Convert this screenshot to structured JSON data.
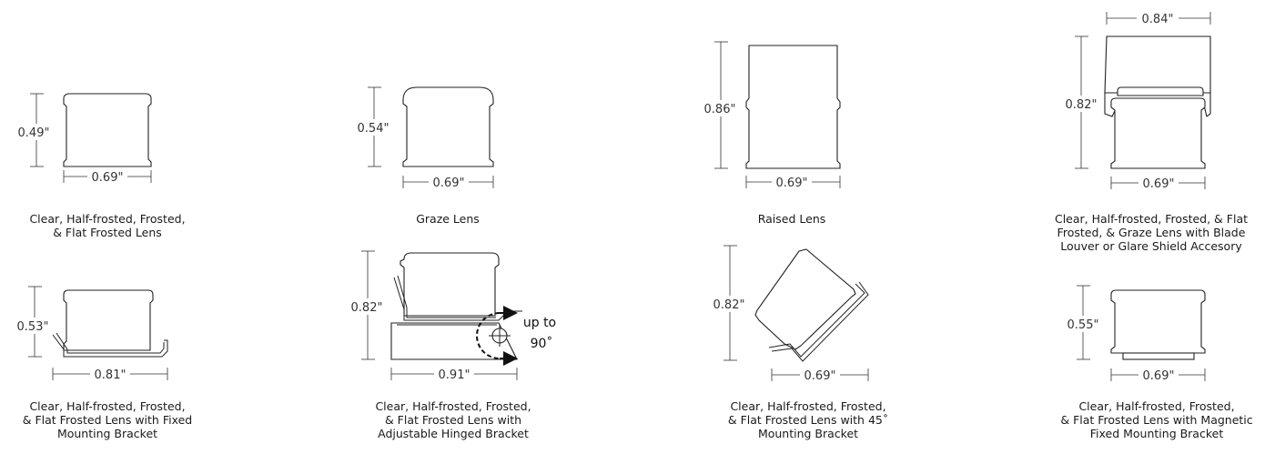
{
  "items": [
    {
      "width": "0.69\"",
      "height": "0.49\"",
      "caption": "Clear, Half-frosted, Frosted,\n& Flat Frosted Lens"
    },
    {
      "width": "0.69\"",
      "height": "0.54\"",
      "caption": "Graze Lens"
    },
    {
      "width": "0.69\"",
      "height": "0.86\"",
      "caption": "Raised Lens"
    },
    {
      "width": "0.69\"",
      "top_width": "0.84\"",
      "height": "0.82\"",
      "caption": "Clear, Half-frosted, Frosted, & Flat\nFrosted, & Graze Lens with Blade\nLouver or Glare Shield Accesory"
    },
    {
      "width": "0.81\"",
      "height": "0.53\"",
      "caption": "Clear, Half-frosted, Frosted,\n& Flat Frosted Lens with Fixed\nMounting Bracket"
    },
    {
      "width": "0.91\"",
      "height": "0.82\"",
      "rotation_note_1": "up to",
      "rotation_note_2": "90˚",
      "caption": "Clear, Half-frosted, Frosted,\n& Flat Frosted Lens with\nAdjustable Hinged Bracket"
    },
    {
      "width": "0.69\"",
      "height": "0.82\"",
      "caption": "Clear, Half-frosted, Frosted,\n& Flat Frosted Lens with 45˚\nMounting Bracket"
    },
    {
      "width": "0.69\"",
      "height": "0.55\"",
      "caption": "Clear, Half-frosted, Frosted,\n& Flat Frosted Lens with Magnetic\nFixed Mounting Bracket"
    }
  ]
}
